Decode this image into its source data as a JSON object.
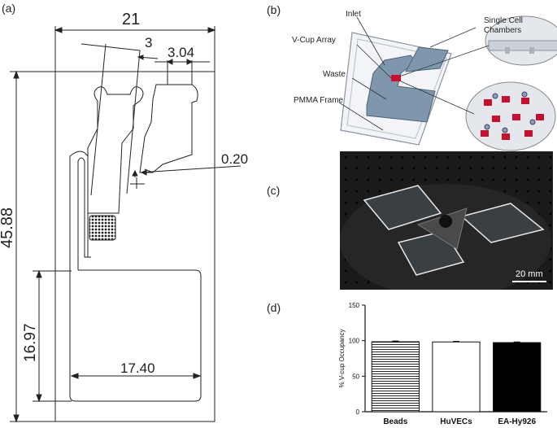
{
  "labels": {
    "a": "(a)",
    "b": "(b)",
    "c": "(c)",
    "d": "(d)"
  },
  "panel_a": {
    "dim_width": "21",
    "dim_height": "45.88",
    "dim_gap": "3",
    "dim_chamber": "3.04",
    "dim_thickness": "0.20",
    "dim_lower_height": "16.97",
    "dim_lower_width": "17.40"
  },
  "panel_b": {
    "inlet": "Inlet",
    "single_cell_line1": "Single Cell",
    "single_cell_line2": "Chambers",
    "vcup": "V-Cup Array",
    "waste": "Waste",
    "pmma": "PMMA Frame"
  },
  "panel_c": {
    "scale_label": "20 mm"
  },
  "chart_data": {
    "type": "bar",
    "categories": [
      "Beads",
      "HuVECs",
      "EA-Hy926"
    ],
    "values": [
      98.5,
      98.2,
      97.3
    ],
    "error": [
      1.0,
      0.8,
      0.9
    ],
    "ylabel": "% V-cup Occupancy",
    "ylim": [
      0,
      150
    ],
    "yticks": [
      0,
      50,
      100,
      150
    ],
    "ytick_labels": [
      "0",
      "50",
      "100",
      "150"
    ],
    "fills": [
      "hatched",
      "white",
      "black"
    ]
  },
  "colors": {
    "line": "#222222",
    "chip_blue": "#7e97ad",
    "red_chamber": "#c8102e",
    "device_bg": "#111111"
  }
}
